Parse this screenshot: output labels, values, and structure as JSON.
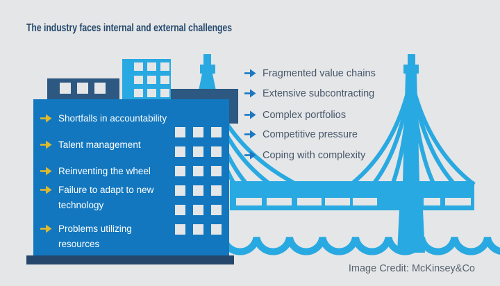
{
  "title": "The industry faces internal and external challenges",
  "internal_challenges": [
    "Shortfalls in accountability",
    "Talent management",
    "Reinventing the wheel",
    "Failure to adapt to new\ntechnology",
    "Problems utilizing\nresources"
  ],
  "external_challenges": [
    "Fragmented value chains",
    "Extensive subcontracting",
    "Complex portfolios",
    "Competitive pressure",
    "Coping with complexity"
  ],
  "credit": "Image Credit: McKinsey&Co",
  "colors": {
    "background": "#e5e6e7",
    "cyan": "#29a9e1",
    "buildingBlue": "#1277bf",
    "navy": "#2c5882",
    "navyDark": "#24476b",
    "yellow": "#dfb92c",
    "arrowBlue": "#1a78c2",
    "textDark": "#46576b",
    "titleColor": "#24486e",
    "creditColor": "#56626e",
    "white": "#ffffff",
    "windowGray": "#e5e6e7"
  }
}
